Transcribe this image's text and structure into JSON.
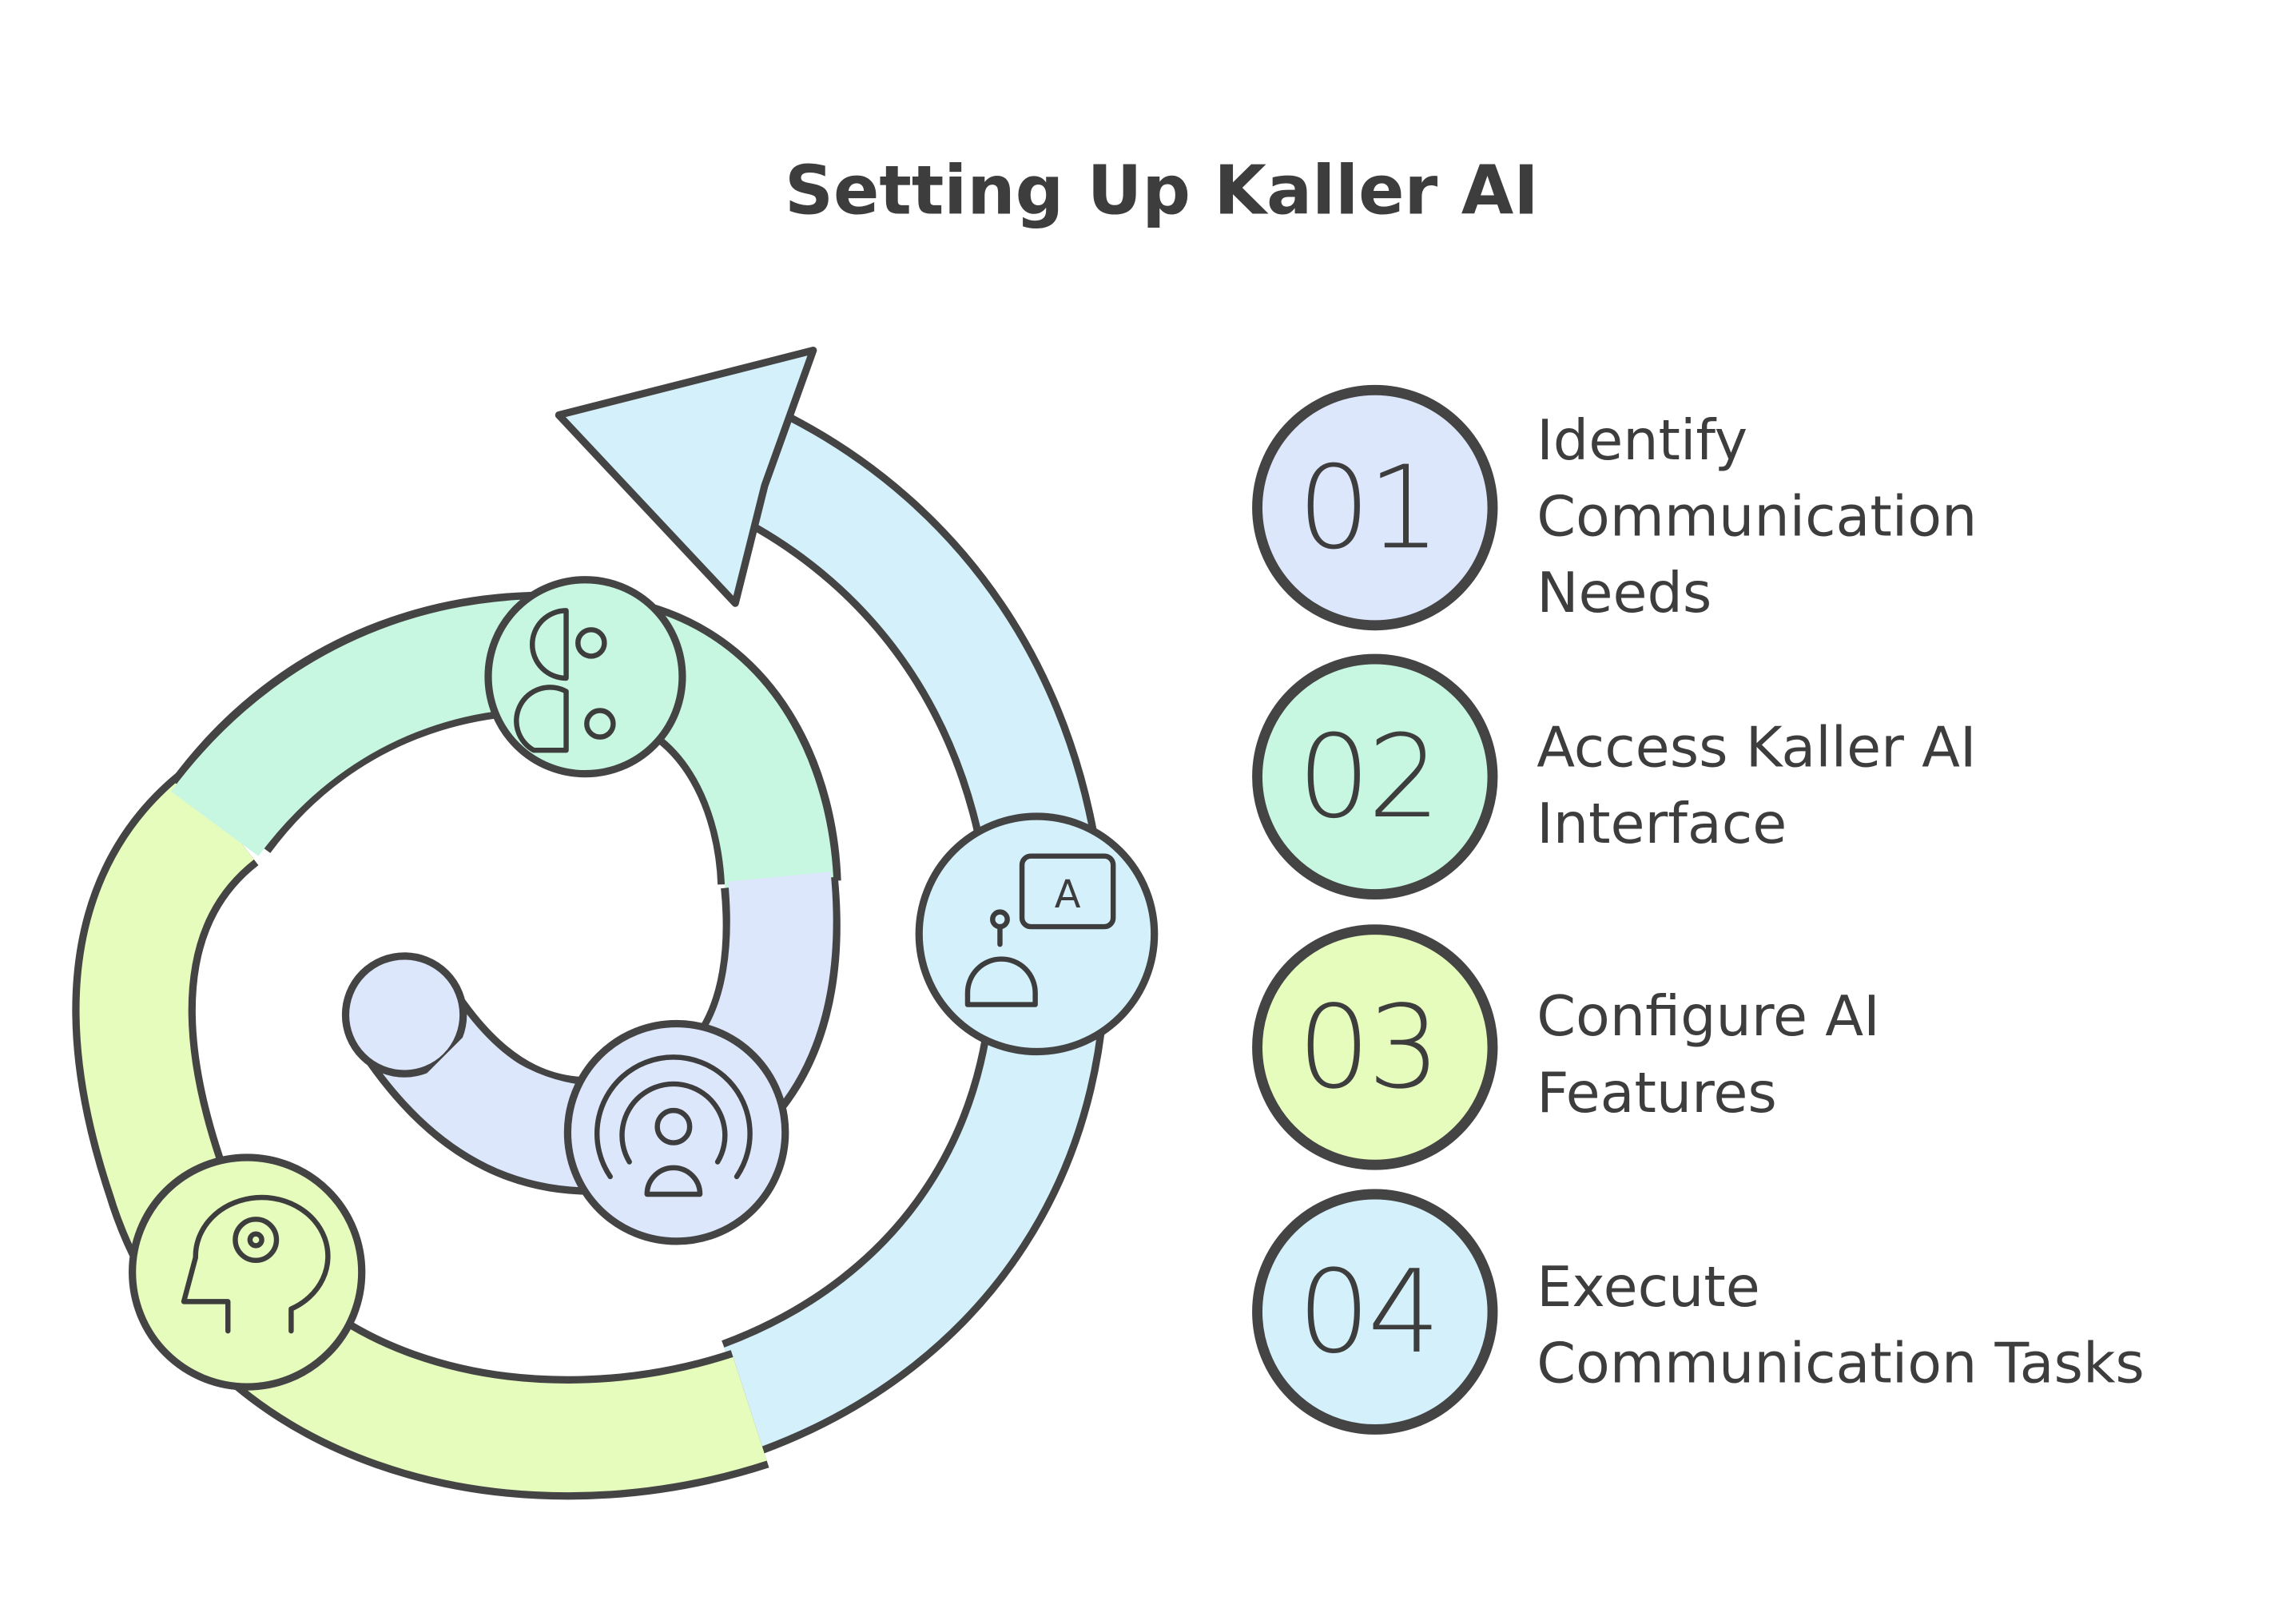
{
  "title": "Setting Up Kaller AI",
  "colors": {
    "outline": "#444444",
    "blue": "#d4f1fb",
    "green": "#c8f7e1",
    "lime": "#e6fcbc",
    "lavender": "#dde7fc"
  },
  "steps": [
    {
      "number": "01",
      "lines": [
        "Identify",
        "Communication",
        "Needs"
      ],
      "color": "#dde7fc",
      "icon": "broadcast-person-icon"
    },
    {
      "number": "02",
      "lines": [
        "Access Kaller AI",
        "Interface"
      ],
      "color": "#c8f7e1",
      "icon": "brain-gear-icon"
    },
    {
      "number": "03",
      "lines": [
        "Configure AI",
        "Features"
      ],
      "color": "#e6fcbc",
      "icon": "head-gear-icon"
    },
    {
      "number": "04",
      "lines": [
        "Execute",
        "Communication Tasks"
      ],
      "color": "#d4f1fb",
      "icon": "robot-chat-icon"
    }
  ],
  "icon_letter": "A"
}
